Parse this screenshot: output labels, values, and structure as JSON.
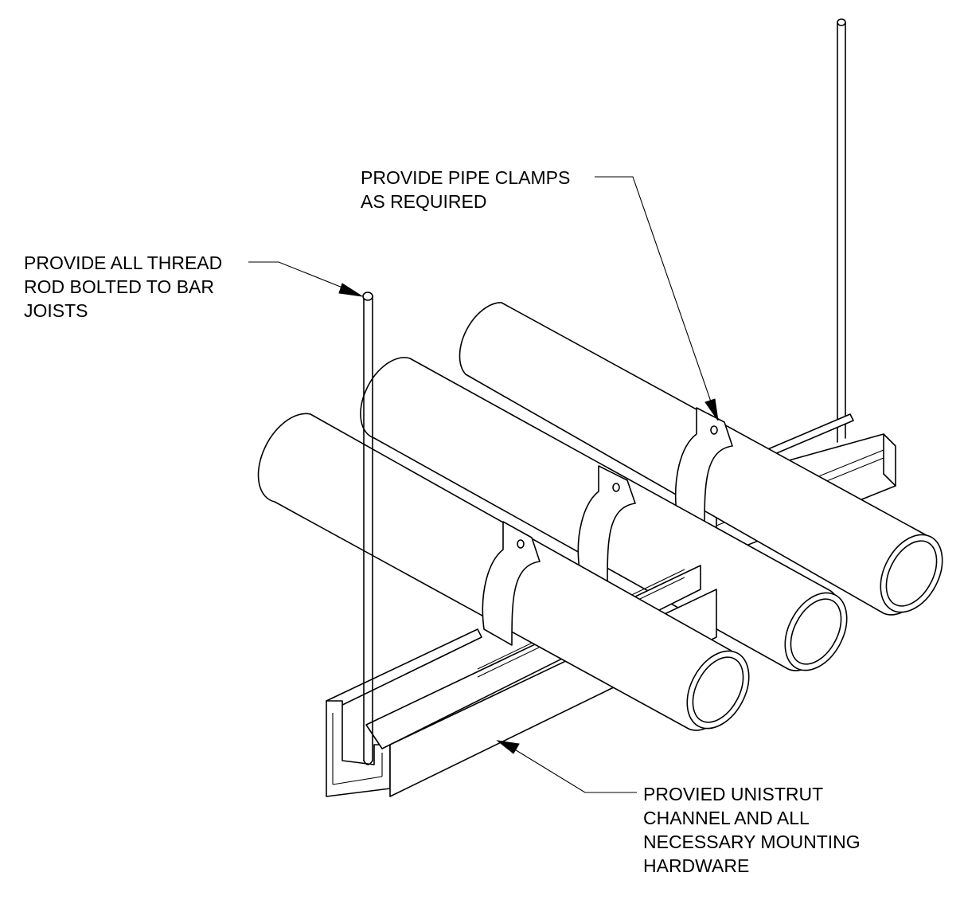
{
  "drawing": {
    "callouts": {
      "rod": {
        "lines": [
          "PROVIDE ALL THREAD",
          "ROD BOLTED TO BAR",
          "JOISTS"
        ]
      },
      "clamps": {
        "lines": [
          "PROVIDE PIPE CLAMPS",
          "AS REQUIRED"
        ]
      },
      "unistrut": {
        "lines": [
          "PROVIED UNISTRUT",
          "CHANNEL AND ALL",
          "NECESSARY MOUNTING",
          "HARDWARE"
        ]
      }
    },
    "colors": {
      "line": "#000000",
      "background": "#ffffff"
    }
  }
}
